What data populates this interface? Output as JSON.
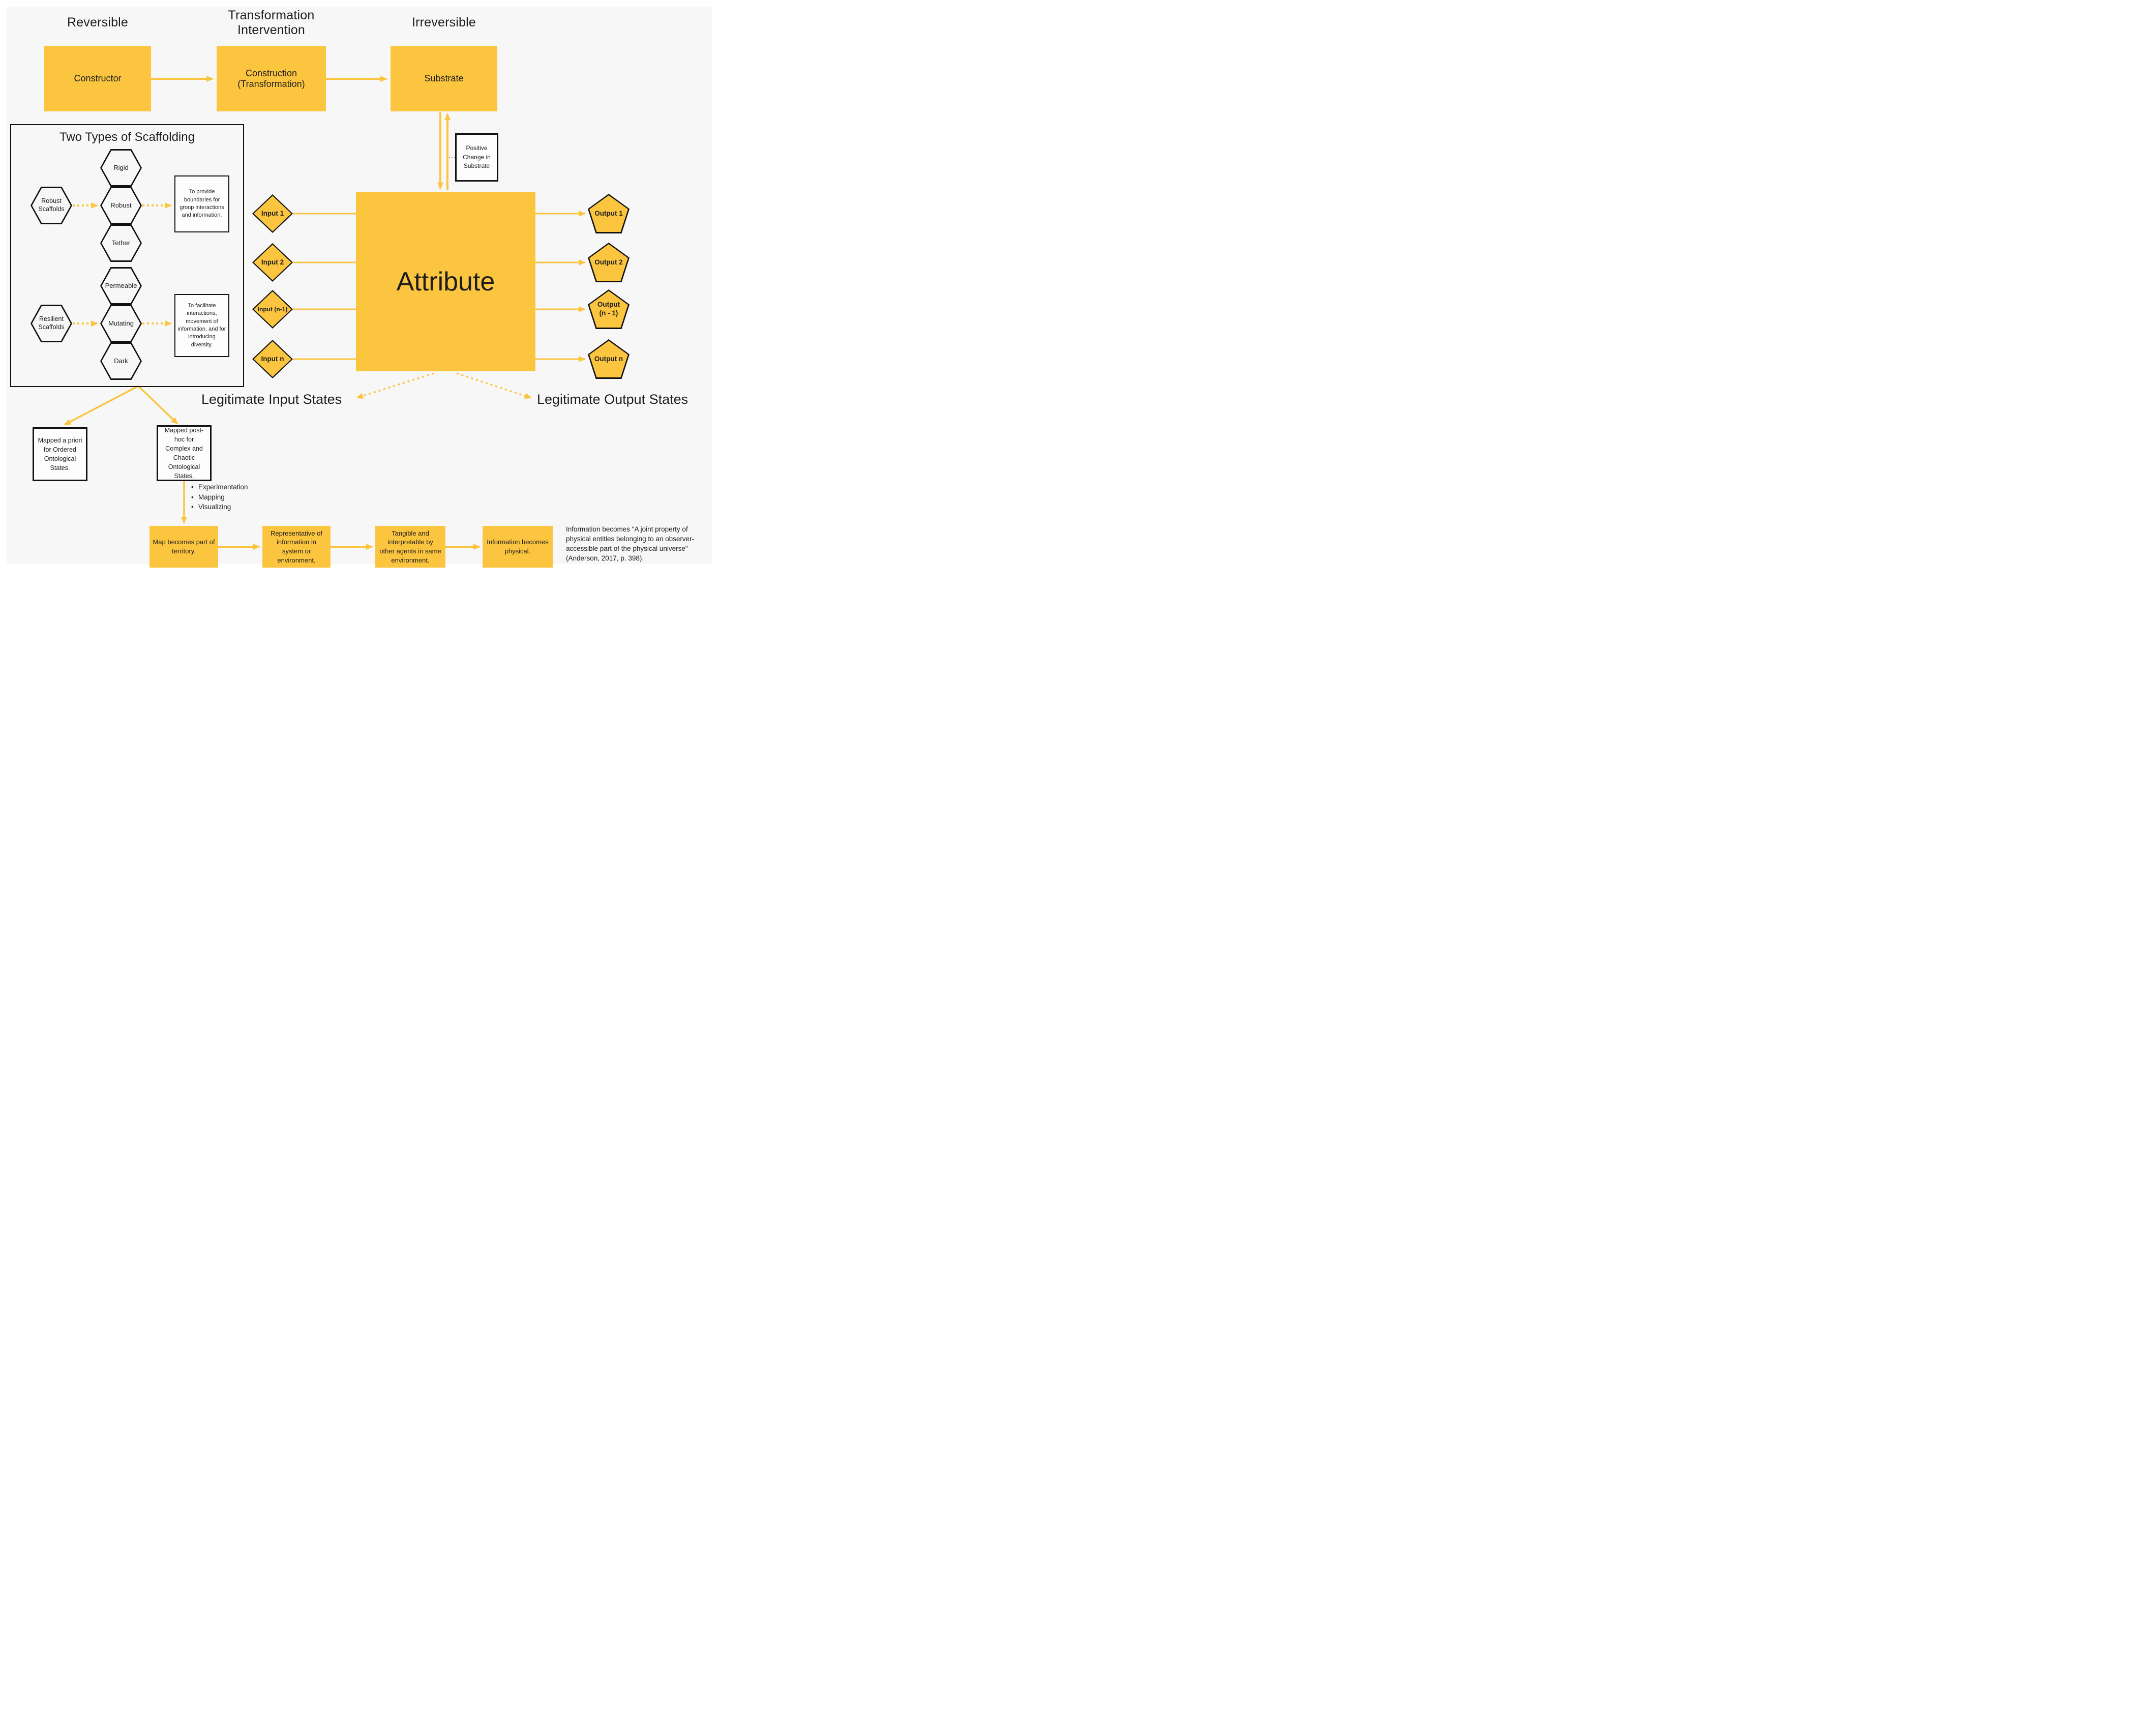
{
  "colors": {
    "accent": "#FBC540",
    "ink": "#1d1d1d",
    "bg": "#F7F7F7"
  },
  "top_flow": {
    "reversible_label": "Reversible",
    "transformation_label": "Transformation\nIntervention",
    "irreversible_label": "Irreversible",
    "constructor": "Constructor",
    "construction": "Construction\n(Transformation)",
    "substrate": "Substrate",
    "positive_change": "Positive\nChange in\nSubstrate"
  },
  "scaffolding": {
    "title": "Two Types of Scaffolding",
    "robust_group": {
      "source": "Robust\nScaffolds",
      "hexes": [
        "Rigid",
        "Robust",
        "Tether"
      ],
      "purpose": "To provide\nboundaries for\ngroup interactions\nand information."
    },
    "resilient_group": {
      "source": "Resilient\nScaffolds",
      "hexes": [
        "Permeable",
        "Mutating",
        "Dark"
      ],
      "purpose": "To facilitate\ninteractions,\nmovement of\ninformation, and for\nintroducing\ndiversity."
    }
  },
  "attribute": {
    "label": "Attribute"
  },
  "inputs": [
    "Input 1",
    "Input 2",
    "Input (n-1)",
    "Input n"
  ],
  "outputs": [
    "Output 1",
    "Output 2",
    "Output\n(n - 1)",
    "Output n"
  ],
  "states": {
    "input": "Legitimate Input States",
    "output": "Legitimate Output States"
  },
  "mapping": {
    "a_priori": "Mapped a priori\nfor Ordered\nOntological\nStates.",
    "post_hoc": "Mapped post-\nhoc for\nComplex and\nChaotic\nOntological\nStates.",
    "bullets": [
      "Experimentation",
      "Mapping",
      "Visualizing"
    ]
  },
  "bottom_flow": [
    "Map becomes part of\nterritory.",
    "Representative of\ninformation in\nsystem or\nenvironment.",
    "Tangible and\ninterpretable by\nother agents in same\nenvironment.",
    "Information becomes\nphysical."
  ],
  "quote": "Information becomes \"A joint property of\nphysical entities belonging to an observer-\naccessible part of the physical universe\"\n(Anderson, 2017, p. 398)."
}
